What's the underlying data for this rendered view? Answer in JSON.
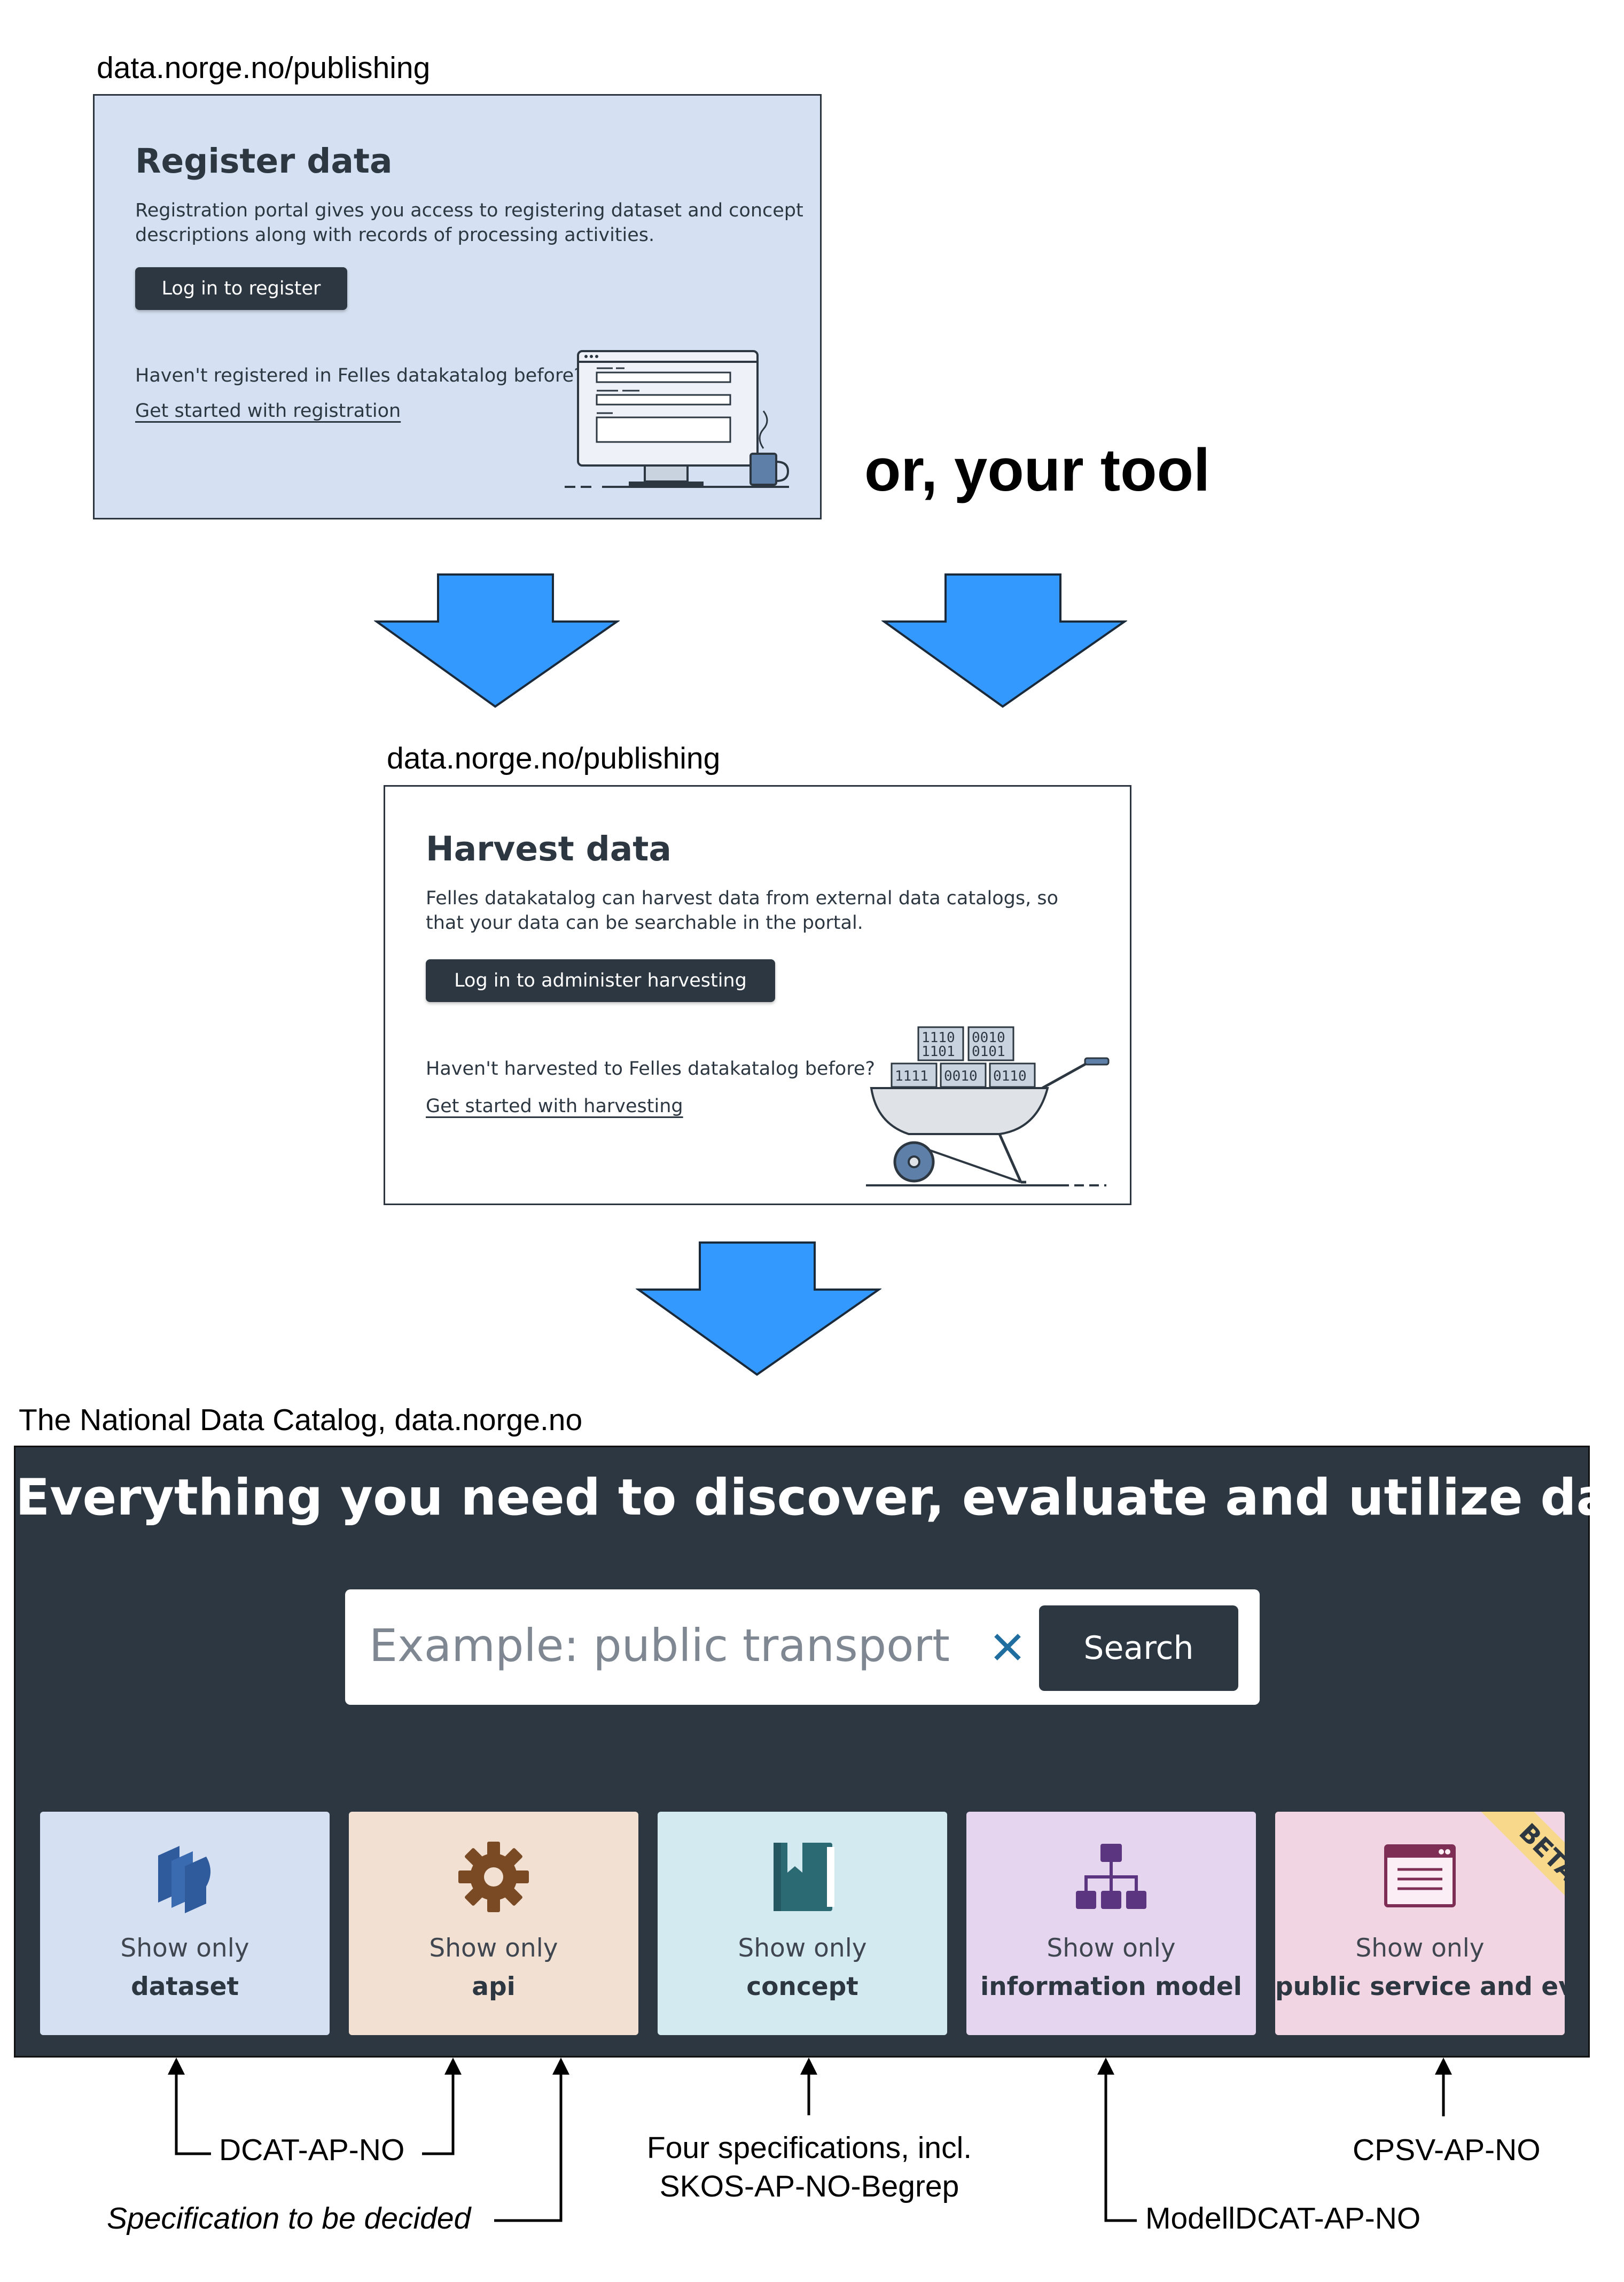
{
  "register_section": {
    "url_label": "data.norge.no/publishing",
    "title": "Register data",
    "description_line1": "Registration portal gives you access to registering dataset and concept",
    "description_line2": "descriptions along with records of processing activities.",
    "login_button": "Log in to register",
    "note": "Haven't registered in Felles datakatalog before?",
    "link": "Get started with registration",
    "illustration_icon": "computer-form-illustration"
  },
  "alternative_label": "or, your tool",
  "harvest_section": {
    "url_label": "data.norge.no/publishing",
    "title": "Harvest data",
    "description_line1": "Felles datakatalog can harvest data from external data catalogs, so",
    "description_line2": "that your data can be searchable in the portal.",
    "login_button": "Log in to administer harvesting",
    "note": "Haven't harvested to Felles datakatalog before?",
    "link": "Get started with harvesting",
    "illustration_icon": "wheelbarrow-binary-illustration",
    "binary_blocks": [
      "1110",
      "1101",
      "0010",
      "0101",
      "1111",
      "0010",
      "0110"
    ]
  },
  "catalog_section": {
    "url_label": "The National Data Catalog, data.norge.no",
    "hero_title": "Everything you need to discover, evaluate and utilize data",
    "search": {
      "placeholder": "Example: public transport",
      "clear_icon": "close-icon",
      "button": "Search"
    },
    "tiles": [
      {
        "line1": "Show only",
        "line2": "dataset",
        "icon": "dataset-stack-icon",
        "bg": "#d5e1f2",
        "icon_color": "#2f5a9b"
      },
      {
        "line1": "Show only",
        "line2": "api",
        "icon": "gear-icon",
        "bg": "#f2e0d2",
        "icon_color": "#7a4a25"
      },
      {
        "line1": "Show only",
        "line2": "concept",
        "icon": "book-icon",
        "bg": "#d3eaf0",
        "icon_color": "#2c6a73"
      },
      {
        "line1": "Show only",
        "line2": "information model",
        "icon": "hierarchy-icon",
        "bg": "#e5d5ef",
        "icon_color": "#5b357f"
      },
      {
        "line1": "Show only",
        "line2": "public service and event",
        "icon": "service-window-icon",
        "bg": "#f2d5e2",
        "icon_color": "#7e2e55",
        "badge": "BETA",
        "badge_color": "#f8d98b"
      }
    ]
  },
  "annotations": {
    "dcat": "DCAT-AP-NO",
    "spec_tbd": "Specification to be decided",
    "skos_line1": "Four specifications, incl.",
    "skos_line2": "SKOS-AP-NO-Begrep",
    "cpsv": "CPSV-AP-NO",
    "modelldcat": "ModellDCAT-AP-NO"
  },
  "colors": {
    "flow_arrow": "#3399ff",
    "banner_bg": "#2d3741",
    "register_bg": "#d5e1f2"
  }
}
